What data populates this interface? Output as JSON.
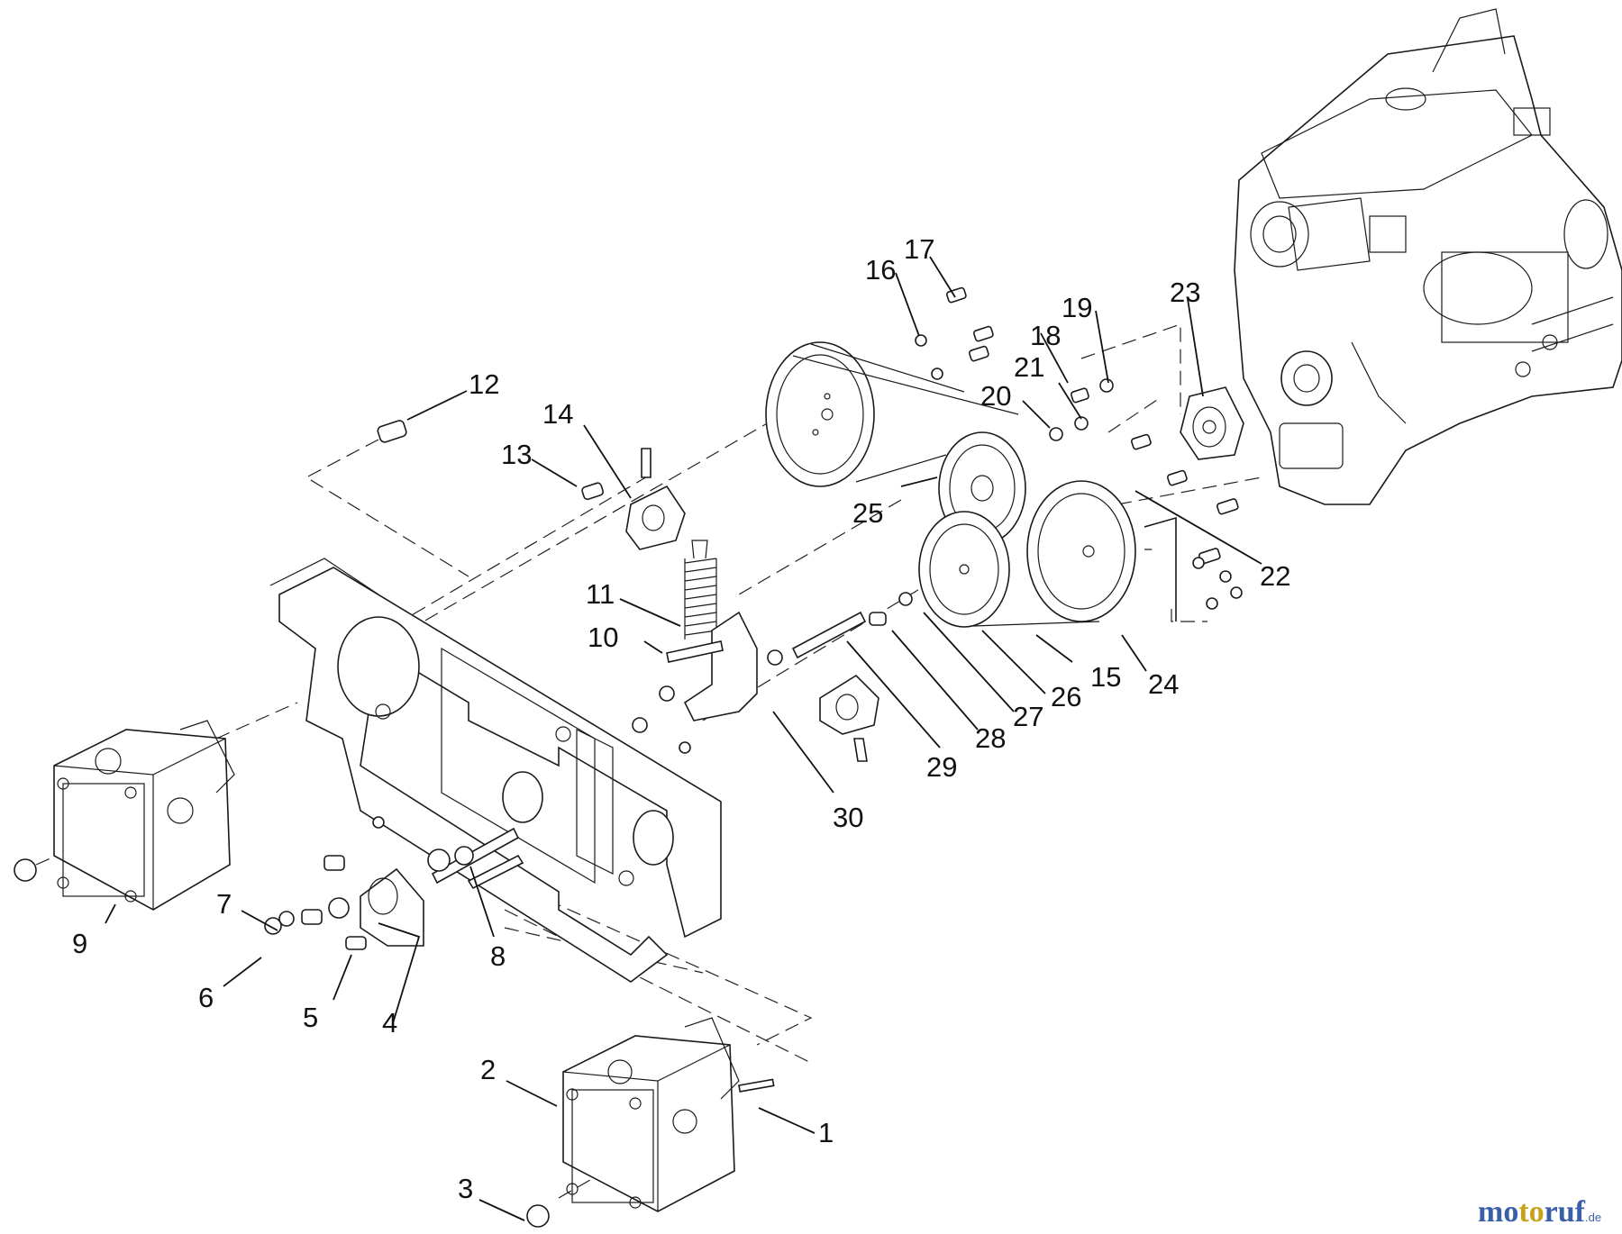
{
  "diagram": {
    "callouts": [
      "1",
      "2",
      "3",
      "4",
      "5",
      "6",
      "7",
      "8",
      "9",
      "10",
      "11",
      "12",
      "13",
      "14",
      "15",
      "16",
      "17",
      "18",
      "19",
      "20",
      "21",
      "22",
      "23",
      "24",
      "25",
      "26",
      "27",
      "28",
      "29",
      "30"
    ]
  },
  "watermark": {
    "brand": "motoruf",
    "suffix": ".de",
    "colors": {
      "mo": "#3a5fa8",
      "to": "#c8a21a",
      "ruf": "#3a5fa8"
    }
  }
}
